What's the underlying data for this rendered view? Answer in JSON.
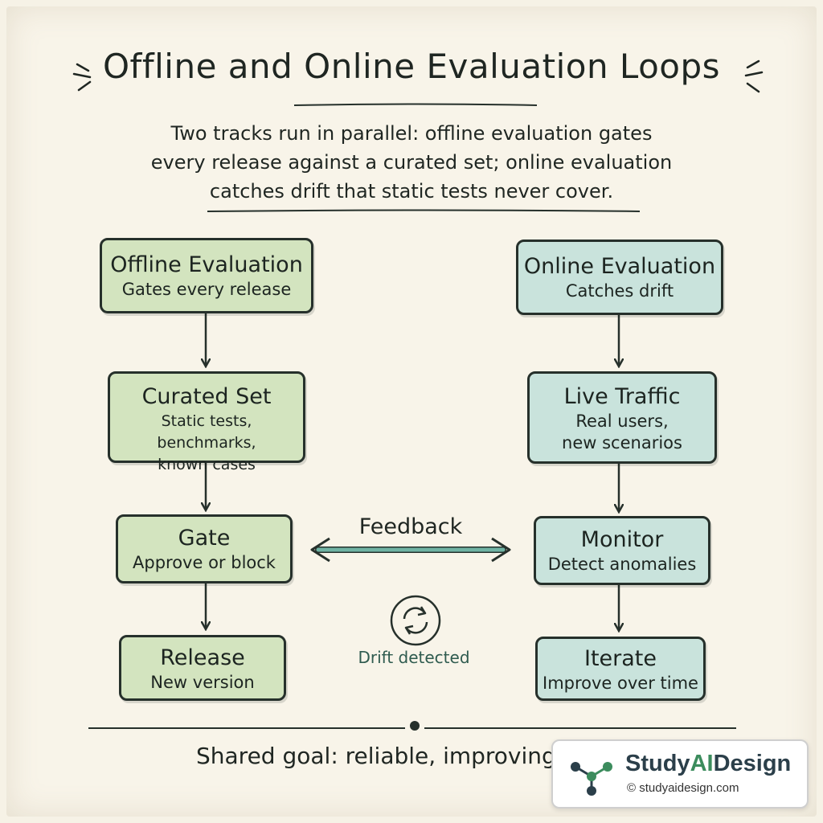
{
  "title": "Offline and Online Evaluation Loops",
  "intro": [
    "Two tracks run in parallel: offline evaluation gates",
    "every release against a curated set; online evaluation",
    "catches drift that static tests never cover."
  ],
  "offline": {
    "evaluation": {
      "title": "Offline Evaluation",
      "subtitle": "Gates every release"
    },
    "curated": {
      "title": "Curated Set",
      "line1": "Static tests, benchmarks,",
      "line2": "known cases"
    },
    "gate": {
      "title": "Gate",
      "subtitle": "Approve or block"
    },
    "release": {
      "title": "Release",
      "subtitle": "New version"
    }
  },
  "online": {
    "evaluation": {
      "title": "Online Evaluation",
      "subtitle": "Catches drift"
    },
    "traffic": {
      "title": "Live Traffic",
      "line1": "Real users,",
      "line2": "new scenarios"
    },
    "monitor": {
      "title": "Monitor",
      "subtitle": "Detect anomalies"
    },
    "iterate": {
      "title": "Iterate",
      "subtitle": "Improve over time"
    }
  },
  "feedback_label": "Feedback",
  "drift_label": "Drift detected",
  "goal": "Shared goal: reliable, improving systems",
  "badge": {
    "brand_pre": "Study",
    "brand_ai": "AI",
    "brand_post": "Design",
    "url": "© studyaidesign.com"
  },
  "colors": {
    "offline_fill": "#d3e4bf",
    "online_fill": "#c9e3dc",
    "feedback_arrow": "#6fb3a4",
    "outline": "#26302b"
  },
  "icons": [
    "sparkle-icon",
    "refresh-cycle-icon",
    "network-logo-icon"
  ]
}
